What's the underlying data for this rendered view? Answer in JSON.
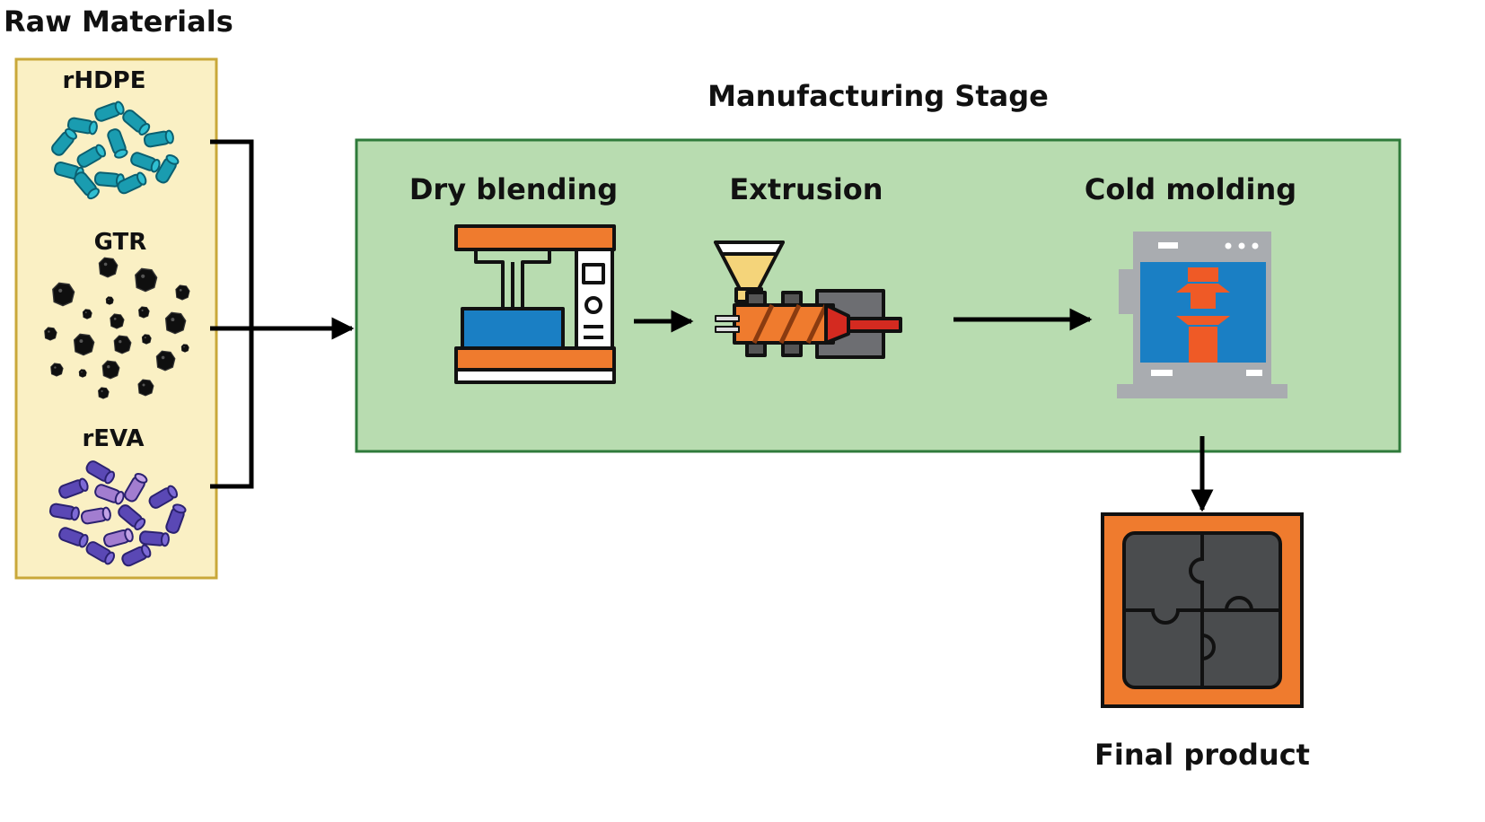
{
  "raw_materials": {
    "title": "Raw Materials",
    "items": [
      {
        "label": "rHDPE",
        "icon": "teal-pellets-icon",
        "color": "#1a9cb0"
      },
      {
        "label": "GTR",
        "icon": "rubber-granules-icon",
        "color": "#111111"
      },
      {
        "label": "rEVA",
        "icon": "purple-pellets-icon",
        "color": "#5a48b5"
      }
    ],
    "panel_fill": "#faf0c4",
    "panel_border": "#c9a83a"
  },
  "manufacturing": {
    "title": "Manufacturing Stage",
    "panel_fill": "#b8dcb0",
    "panel_border": "#2e7a3a",
    "steps": [
      {
        "label": "Dry blending",
        "icon": "mixer-machine-icon"
      },
      {
        "label": "Extrusion",
        "icon": "extruder-icon"
      },
      {
        "label": "Cold molding",
        "icon": "molding-machine-icon"
      }
    ]
  },
  "final": {
    "label": "Final product",
    "icon": "puzzle-tile-icon",
    "frame_color": "#ef7b2e",
    "tile_color": "#4a4c4e"
  }
}
